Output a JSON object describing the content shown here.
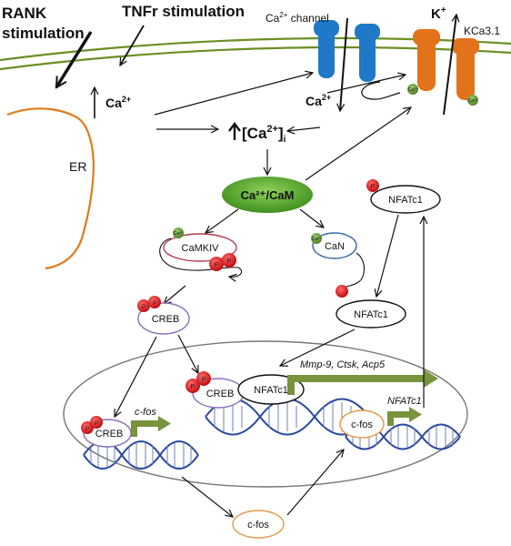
{
  "stimuli": {
    "rank_line1": "RANK",
    "rank_line2": "stimulation",
    "tnfr": "TNFr stimulation"
  },
  "ions": {
    "ca_channel": "Ca",
    "ca_channel_sup": "2+",
    "ca_channel_suffix": " channel",
    "kca": "KCa3.1",
    "k": "K",
    "k_sup": "+",
    "ca_er": "Ca",
    "ca_er_sup": "2+",
    "ca_in": "Ca",
    "ca_in_sup": "2+",
    "ca_i_prefix": "[Ca",
    "ca_i_sup": "2+",
    "ca_i_close": "]",
    "ca_i_sub": "i",
    "ca_small": "Ca²⁺"
  },
  "organelles": {
    "er": "ER"
  },
  "proteins": {
    "ca_cam": "Ca²⁺/CaM",
    "camkiv": "CaMKIV",
    "can": "CaN",
    "nfatc1_top": "NFATc1",
    "nfatc1_mid": "NFATc1",
    "nfatc1_nuc": "NFATc1",
    "creb_cyto": "CREB",
    "creb_nuc": "CREB",
    "creb_nuc2": "CREB",
    "cfos_nuc": "c-fos",
    "cfos_cyto": "c-fos",
    "phospho": "P"
  },
  "genes": {
    "targets": "Mmp-9, Ctsk, Acp5",
    "cfos": "c-fos",
    "nfatc1": "NFATc1"
  },
  "colors": {
    "membrane": "#6b8e23",
    "er": "#e07b1a",
    "channel_blue": "#1f78c8",
    "channel_orange": "#e3731a",
    "cam_green": "#5aa832",
    "phospho_red": "#e0151b",
    "calcium_green": "#6a9a3a",
    "promoter_green": "#77933c",
    "camkiv_ring": "#b03a4a",
    "creb_ring": "#8a70b8",
    "can_ring": "#3a6aa8",
    "cfos_ring": "#e69a4a",
    "dna_blue": "#2a4aa0"
  }
}
